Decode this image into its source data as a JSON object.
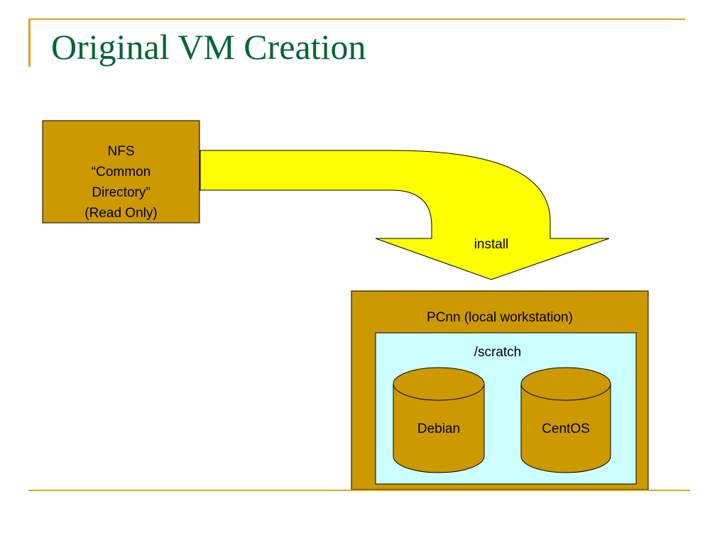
{
  "slide": {
    "title": "Original VM Creation"
  },
  "colors": {
    "title_text": "#006633",
    "accent_rule": "#DAA520",
    "box_fill": "#CC9900",
    "arrow_fill": "#FFFF00",
    "scratch_fill": "#CCFFFF",
    "stroke": "#000000"
  },
  "diagram": {
    "nfs_box": {
      "lines": [
        "NFS",
        "“Common",
        "Directory”",
        "(Read Only)"
      ]
    },
    "arrow": {
      "label": "install"
    },
    "workstation": {
      "label": "PCnn (local workstation)",
      "scratch": {
        "label": "/scratch",
        "disks": [
          {
            "label": "Debian"
          },
          {
            "label": "CentOS"
          }
        ]
      }
    }
  }
}
